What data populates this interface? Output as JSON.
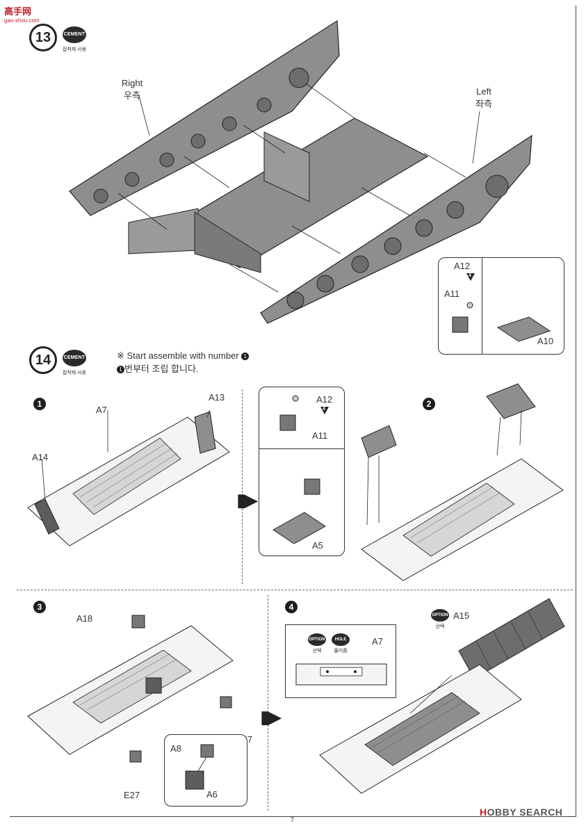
{
  "watermark": {
    "title": "高手网",
    "url": "gao-shou.com"
  },
  "step13": {
    "number": "13",
    "cement": {
      "label": "CEMENT",
      "sub": "접착제 사용"
    },
    "right_label": {
      "en": "Right",
      "ko": "우측"
    },
    "left_label": {
      "en": "Left",
      "ko": "좌측"
    },
    "callout_parts": [
      "A12",
      "A11",
      "A10"
    ],
    "a12_badge": "4"
  },
  "step14": {
    "number": "14",
    "cement": {
      "label": "CEMENT",
      "sub": "접착제 사용"
    },
    "note_en_prefix": "※ Start assemble with number",
    "note_ko_suffix": "번부터 조립 합니다.",
    "note_dot": "1",
    "sub1": {
      "num": "1",
      "parts": [
        "A13",
        "A7",
        "A14"
      ],
      "callout_parts": [
        "A12",
        "A11",
        "A5"
      ],
      "a12_badge": "4"
    },
    "sub2": {
      "num": "2"
    },
    "sub3": {
      "num": "3",
      "parts": [
        "A18",
        "E27",
        "E27"
      ],
      "callout_parts": [
        "A8",
        "A6"
      ]
    },
    "sub4": {
      "num": "4",
      "option": {
        "label": "OPTION",
        "sub": "선택"
      },
      "hole": {
        "label": "HOLE",
        "sub": "뚫어줌"
      },
      "inset_part": "A7",
      "part": "A15"
    }
  },
  "footer": {
    "page": "7",
    "brand_mark": "H",
    "brand": "OBBY SEARCH"
  },
  "colors": {
    "part_fill": "#8e8e8e",
    "part_dark": "#5d5d5d",
    "line": "#222222",
    "white_part": "#f4f4f4"
  }
}
